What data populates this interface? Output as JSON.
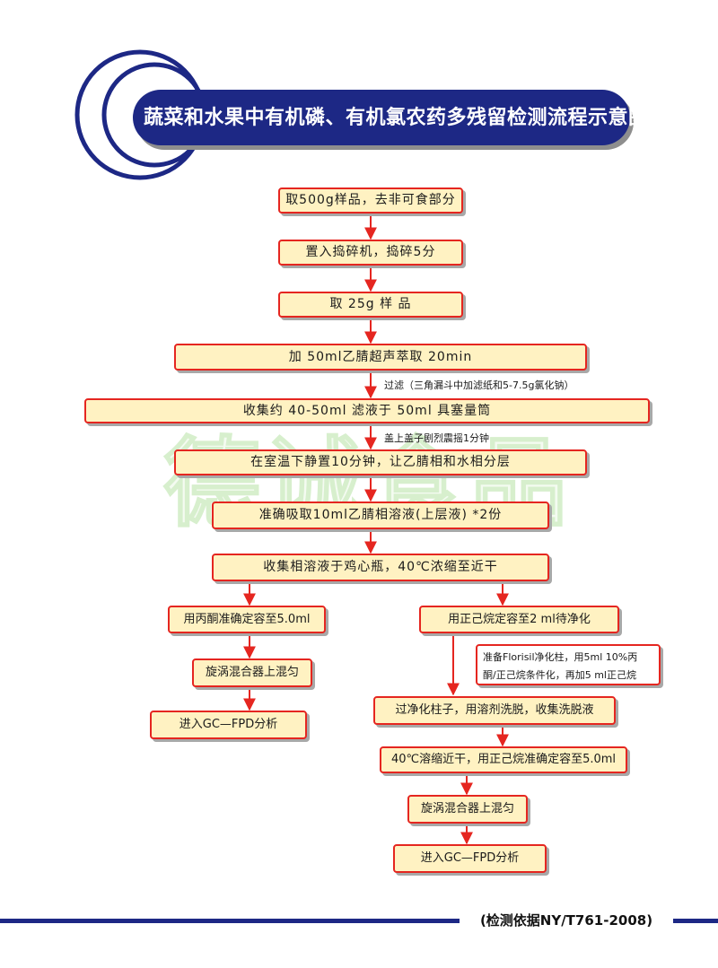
{
  "title": "蔬菜和水果中有机磷、有机氯农药多残留检测流程示意图",
  "watermark": "德诚食品",
  "steps": {
    "s1": "取500g样品，去非可食部分",
    "s2": "置入捣碎机，捣碎5分",
    "s3": "取 25g 样 品",
    "s4": "加 50ml乙腈超声萃取 20min",
    "s5": "收集约 40-50ml 滤液于 50ml 具塞量筒",
    "s6": "在室温下静置10分钟，让乙腈相和水相分层",
    "s7": "准确吸取10ml乙腈相溶液(上层液) *2份",
    "s8": "收集相溶液于鸡心瓶，40℃浓缩至近干",
    "l1": "用丙酮准确定容至5.0ml",
    "l2": "旋涡混合器上混匀",
    "l3": "进入GC—FPD分析",
    "r1": "用正己烷定容至2 ml待净化",
    "r2": "过净化柱子，用溶剂洗脱，收集洗脱液",
    "r3": "40℃溶缩近干，用正己烷准确定容至5.0ml",
    "r4": "旋涡混合器上混匀",
    "r5": "进入GC—FPD分析"
  },
  "annotations": {
    "filter": "过滤（三角漏斗中加滤纸和5-7.5g氯化钠）",
    "shake": "盖上盖子剧烈震摇1分钟"
  },
  "note": {
    "line1": "准备Florisil净化柱，用5ml  10%丙",
    "line2": "酮/正己烷条件化，再加5 ml正己烷"
  },
  "footer": "(检测依据NY/T761-2008)",
  "colors": {
    "banner": "#1d2885",
    "box_fill": "#fff2c2",
    "box_border": "#e52620",
    "arrow": "#e52620"
  }
}
